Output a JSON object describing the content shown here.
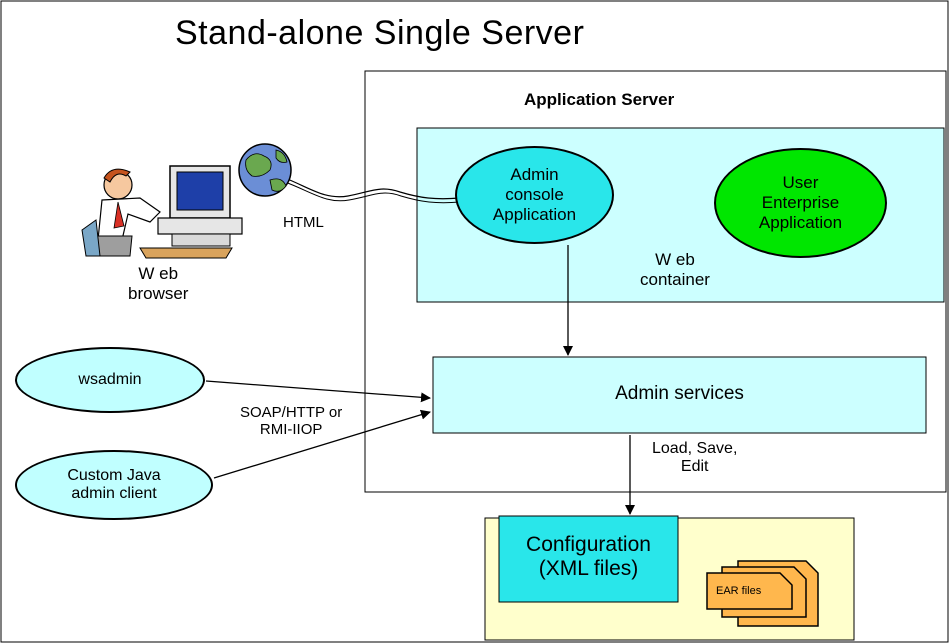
{
  "title": "Stand-alone Single Server",
  "app_server": {
    "label": "Application Server",
    "web_container": {
      "label_line1": "W eb",
      "label_line2": "container"
    },
    "admin_console": {
      "line1": "Admin",
      "line2": "console",
      "line3": "Application"
    },
    "user_app": {
      "line1": "User",
      "line2": "Enterprise",
      "line3": "Application"
    },
    "admin_services": "Admin services",
    "load_save_edit": {
      "line1": "Load, Save,",
      "line2": "Edit"
    }
  },
  "browser": {
    "line1": "W eb",
    "line2": "browser",
    "link_label": "HTML"
  },
  "wsadmin": "wsadmin",
  "custom_client": {
    "line1": "Custom Java",
    "line2": "admin client"
  },
  "protocol": {
    "line1": "SOAP/HTTP or",
    "line2": "RMI-IIOP"
  },
  "configuration": {
    "line1": "Configuration",
    "line2": "(XML files)"
  },
  "ear_files": "EAR files",
  "colors": {
    "cyan_fill": "#ccffff",
    "cyan_bright": "#00e5ee",
    "ellipse_cyan": "#29e6ea",
    "ellipse_teal": "#c0ffff",
    "green": "#00e600",
    "config_bg": "#ffffcc",
    "ear_orange": "#ffb74d"
  }
}
